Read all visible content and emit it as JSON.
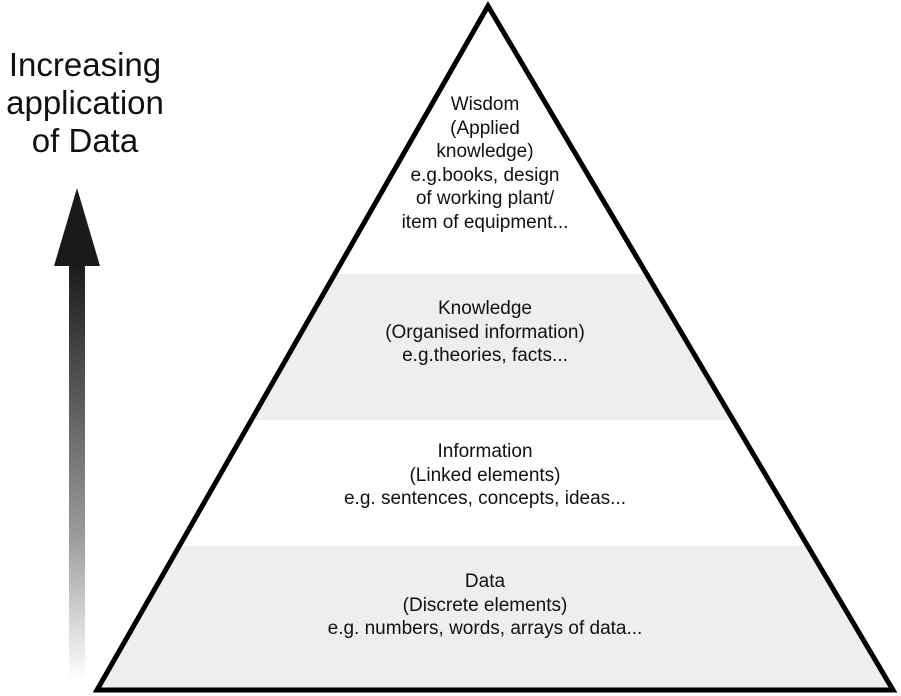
{
  "axis": {
    "label_lines": [
      "Increasing",
      "application",
      "of Data"
    ]
  },
  "tiers": {
    "wisdom": {
      "lines": [
        "Wisdom",
        "(Applied",
        "knowledge)",
        "e.g.books, design",
        "of working plant/",
        "item of equipment..."
      ],
      "fill": "#ffffff"
    },
    "knowledge": {
      "lines": [
        "Knowledge",
        "(Organised information)",
        "e.g.theories, facts..."
      ],
      "fill": "#eeeeee"
    },
    "information": {
      "lines": [
        "Information",
        "(Linked elements)",
        "e.g. sentences, concepts, ideas..."
      ],
      "fill": "#ffffff"
    },
    "data": {
      "lines": [
        "Data",
        "(Discrete elements)",
        "e.g. numbers, words, arrays of data..."
      ],
      "fill": "#eeeeee"
    }
  },
  "colors": {
    "outline": "#000000",
    "arrow_dark": "#1a1a1a",
    "arrow_light": "#ffffff"
  }
}
